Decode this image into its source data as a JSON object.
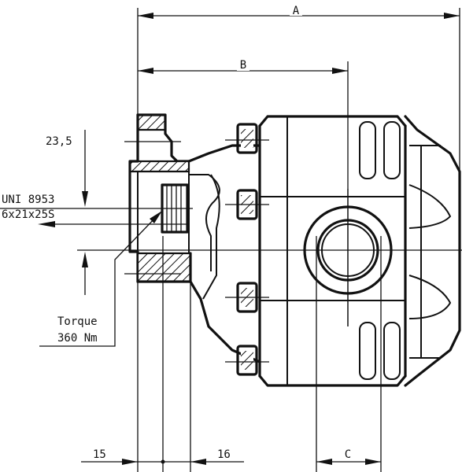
{
  "dimensions": {
    "overall_length": "A",
    "flange_to_port": "B",
    "port_offset": "C",
    "flange_height": "23,5",
    "spigot_left": "15",
    "spigot_right": "16"
  },
  "shaft_spec": {
    "standard": "UNI 8953",
    "spline": "6x21x25S"
  },
  "torque": {
    "label": "Torque",
    "value": "360 Nm"
  },
  "colors": {
    "line": "#111111",
    "background": "#ffffff"
  }
}
